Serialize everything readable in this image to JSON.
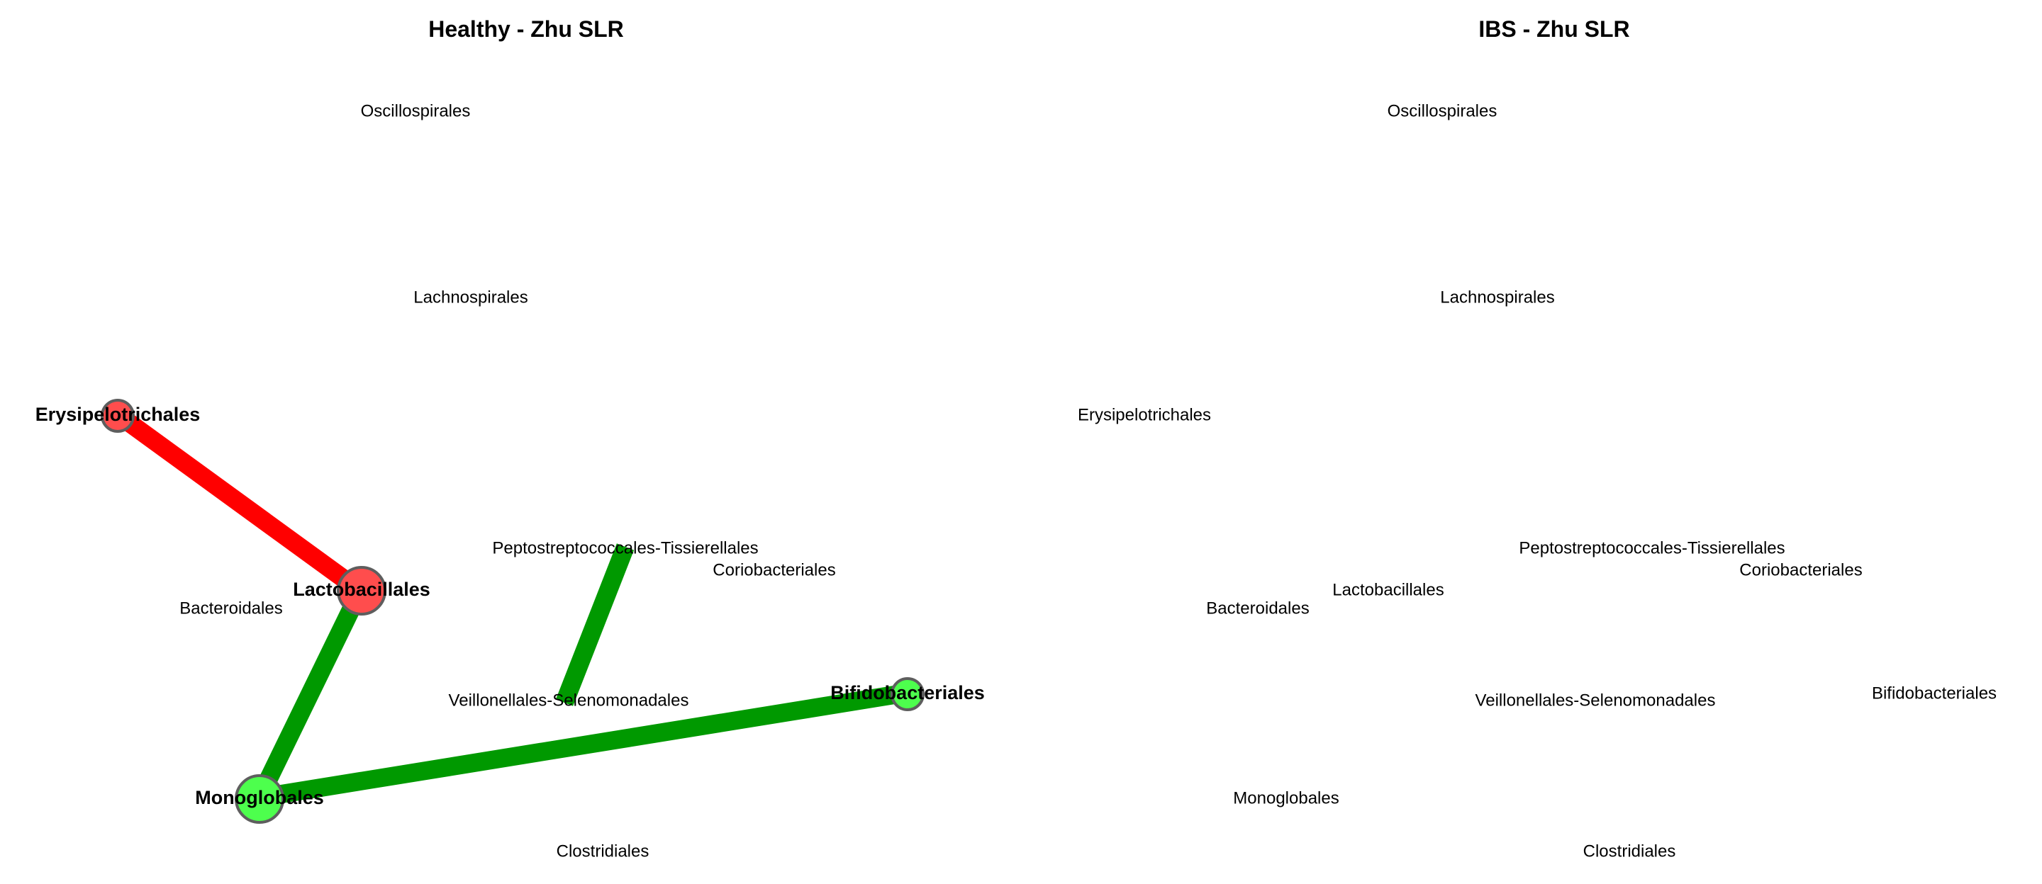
{
  "colors": {
    "positive_edge": "#009900",
    "negative_edge": "#ff0000",
    "positive_node": "#4dff4d",
    "negative_node": "#ff4d4d",
    "node_border": "#5e5e5e"
  },
  "panels": [
    {
      "id": "healthy",
      "title": "Healthy - Zhu SLR",
      "nodes": [
        {
          "id": "oscillospirales",
          "label": "Oscillospirales"
        },
        {
          "id": "lachnospirales",
          "label": "Lachnospirales"
        },
        {
          "id": "erysipelotrichales",
          "label": "Erysipelotrichales",
          "connected": true,
          "sign": "negative",
          "size": "small"
        },
        {
          "id": "pepto",
          "label": "Peptostreptococcales-Tissierellales"
        },
        {
          "id": "coriobacteriales",
          "label": "Coriobacteriales"
        },
        {
          "id": "lactobacillales",
          "label": "Lactobacillales",
          "connected": true,
          "sign": "negative",
          "size": "large"
        },
        {
          "id": "bacteroidales",
          "label": "Bacteroidales"
        },
        {
          "id": "veillonellales",
          "label": "Veillonellales-Selenomonadales"
        },
        {
          "id": "bifidobacteriales",
          "label": "Bifidobacteriales",
          "connected": true,
          "sign": "positive",
          "size": "small"
        },
        {
          "id": "monoglobales",
          "label": "Monoglobales",
          "connected": true,
          "sign": "positive",
          "size": "large"
        },
        {
          "id": "clostridiales",
          "label": "Clostridiales"
        }
      ],
      "edges": [
        {
          "from": "erysipelotrichales",
          "to": "lactobacillales",
          "sign": "negative"
        },
        {
          "from": "lactobacillales",
          "to": "monoglobales",
          "sign": "positive"
        },
        {
          "from": "monoglobales",
          "to": "bifidobacteriales",
          "sign": "positive"
        },
        {
          "from": "pepto",
          "to": "veillonellales",
          "sign": "positive"
        }
      ]
    },
    {
      "id": "ibs",
      "title": "IBS - Zhu SLR",
      "nodes": [
        {
          "id": "oscillospirales",
          "label": "Oscillospirales"
        },
        {
          "id": "lachnospirales",
          "label": "Lachnospirales"
        },
        {
          "id": "erysipelotrichales",
          "label": "Erysipelotrichales"
        },
        {
          "id": "pepto",
          "label": "Peptostreptococcales-Tissierellales"
        },
        {
          "id": "coriobacteriales",
          "label": "Coriobacteriales"
        },
        {
          "id": "lactobacillales",
          "label": "Lactobacillales"
        },
        {
          "id": "bacteroidales",
          "label": "Bacteroidales"
        },
        {
          "id": "veillonellales",
          "label": "Veillonellales-Selenomonadales"
        },
        {
          "id": "bifidobacteriales",
          "label": "Bifidobacteriales"
        },
        {
          "id": "monoglobales",
          "label": "Monoglobales"
        },
        {
          "id": "clostridiales",
          "label": "Clostridiales"
        }
      ],
      "edges": []
    }
  ]
}
